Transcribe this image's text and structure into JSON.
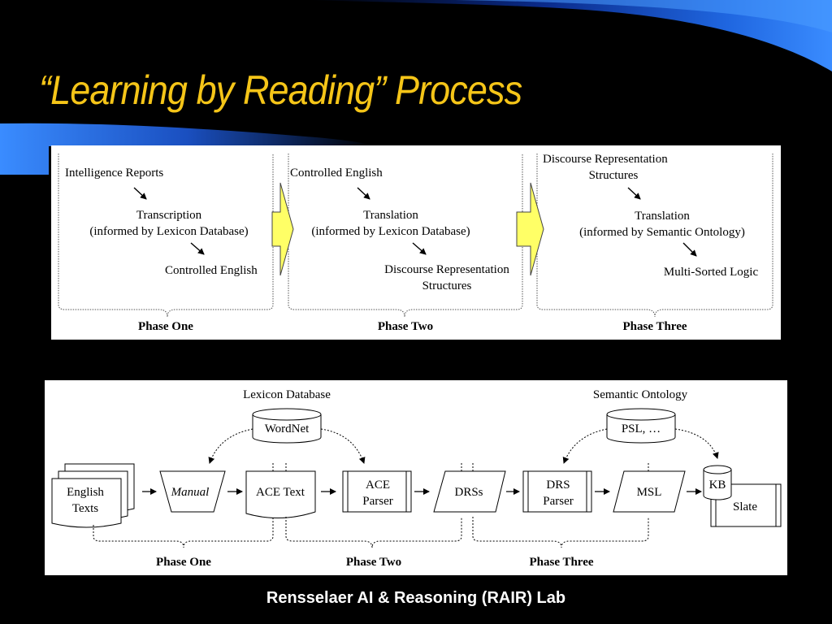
{
  "title": "“Learning by Reading” Process",
  "footer": "Rensselaer AI & Reasoning (RAIR) Lab",
  "colors": {
    "title": "#f5c518",
    "arrow_fill": "#ffff66",
    "background": "#000000",
    "accent": "#1a5bd8"
  },
  "top_diagram": {
    "phase_one": {
      "input": "Intelligence Reports",
      "process_line1": "Transcription",
      "process_line2": "(informed by Lexicon Database)",
      "output": "Controlled English",
      "label": "Phase One"
    },
    "phase_two": {
      "input": "Controlled English",
      "process_line1": "Translation",
      "process_line2": "(informed by Lexicon Database)",
      "output_line1": "Discourse Representation",
      "output_line2": "Structures",
      "label": "Phase Two"
    },
    "phase_three": {
      "input_line1": "Discourse Representation",
      "input_line2": "Structures",
      "process_line1": "Translation",
      "process_line2": "(informed by Semantic Ontology)",
      "output": "Multi-Sorted Logic",
      "label": "Phase Three"
    }
  },
  "bottom_diagram": {
    "lexicon_label": "Lexicon Database",
    "lexicon_db": "WordNet",
    "ontology_label": "Semantic Ontology",
    "ontology_db": "PSL, …",
    "english_line1": "English",
    "english_line2": "Texts",
    "manual": "Manual",
    "ace_text": "ACE Text",
    "ace_parser_line1": "ACE",
    "ace_parser_line2": "Parser",
    "drss": "DRSs",
    "drs_parser_line1": "DRS",
    "drs_parser_line2": "Parser",
    "msl": "MSL",
    "kb": "KB",
    "slate": "Slate",
    "phase_one": "Phase One",
    "phase_two": "Phase Two",
    "phase_three": "Phase Three"
  }
}
